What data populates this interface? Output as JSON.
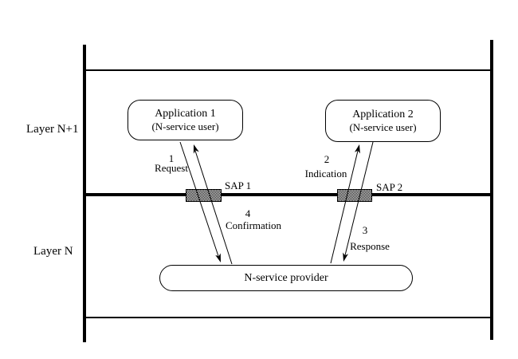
{
  "layers": {
    "upper": "Layer N+1",
    "lower": "Layer N"
  },
  "boxes": {
    "app1": {
      "title": "Application 1",
      "subtitle": "(N-service user)"
    },
    "app2": {
      "title": "Application 2",
      "subtitle": "(N-service user)"
    },
    "provider": {
      "title": "N-service provider"
    }
  },
  "saps": {
    "sap1": "SAP 1",
    "sap2": "SAP 2"
  },
  "primitives": {
    "request": {
      "number": "1",
      "label": "Request"
    },
    "indication": {
      "number": "2",
      "label": "Indication"
    },
    "response": {
      "number": "3",
      "label": "Response"
    },
    "confirmation": {
      "number": "4",
      "label": "Confirmation"
    }
  },
  "colors": {
    "line": "#000000",
    "background": "#ffffff",
    "sap_fill": "checkered-gray"
  }
}
